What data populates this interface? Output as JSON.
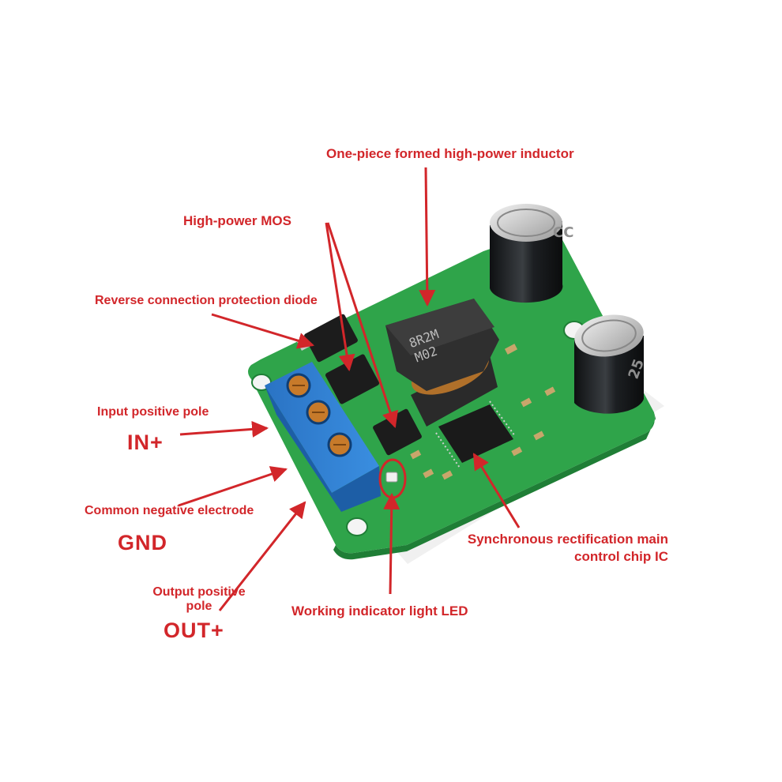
{
  "labels": {
    "inductor": "One-piece formed high-power inductor",
    "mos": "High-power MOS",
    "diode": "Reverse connection protection diode",
    "input_pole": "Input positive pole",
    "in_plus": "IN+",
    "common_negative": "Common negative electrode",
    "gnd": "GND",
    "output_pole_line1": "Output positive",
    "output_pole_line2": "pole",
    "out_plus": "OUT+",
    "chip_line1": "Synchronous rectification main",
    "chip_line2": "control chip IC",
    "led": "Working indicator light LED"
  },
  "board_markings": {
    "inductor_code_line1": "8R2M",
    "inductor_code_line2": "M02",
    "capacitor_top_text": "CC",
    "capacitor_right_text": "25"
  },
  "colors": {
    "label_red": "#d2262a",
    "pcb_green": "#2fa44a",
    "terminal_blue": "#2f7fd0",
    "capacitor_black": "#1a1c1e",
    "background": "#ffffff"
  }
}
